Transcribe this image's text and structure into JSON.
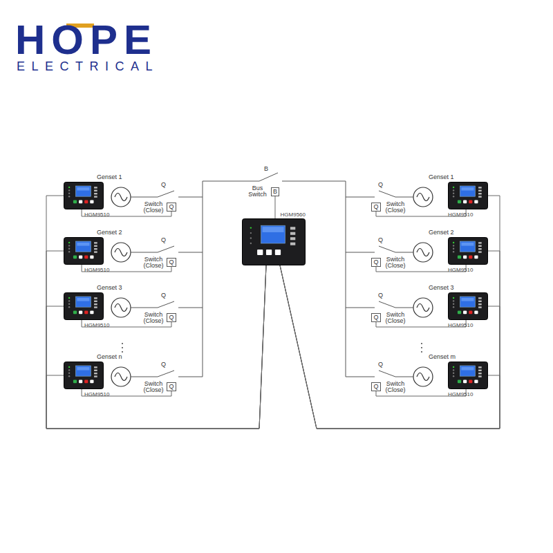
{
  "diagram": {
    "nodes": [
      {
        "text": [
          "HGM9510"
        ]
      },
      {
        "text": [
          "Q"
        ]
      },
      {
        "text": [
          "HGM9510"
        ]
      },
      {
        "text": [
          "Q"
        ]
      },
      {
        "text": [
          "HGM9510"
        ]
      },
      {
        "text": [
          "Q"
        ]
      },
      {
        "text": [
          "HGM9510"
        ]
      },
      {
        "text": [
          "Q"
        ]
      },
      {
        "text": [
          "B"
        ]
      },
      {
        "text": [
          "HGM9560"
        ]
      },
      {
        "text": [
          "Q"
        ]
      },
      {
        "text": [
          "HGM9510"
        ]
      },
      {
        "text": [
          "Q"
        ]
      },
      {
        "text": [
          "HGM9510"
        ]
      },
      {
        "text": [
          "Q"
        ]
      },
      {
        "text": [
          "HGM9510"
        ]
      },
      {
        "text": [
          "Q"
        ]
      },
      {
        "text": [
          "HGM9510"
        ]
      }
    ],
    "edges": [
      {
        "from": 0,
        "to": 1,
        "arrow": "none"
      },
      {
        "from": 0,
        "to": 9,
        "arrow": "none"
      },
      {
        "from": 2,
        "to": 3,
        "arrow": "none"
      },
      {
        "from": 2,
        "to": 9,
        "arrow": "none"
      },
      {
        "from": 4,
        "to": 5,
        "arrow": "none"
      },
      {
        "from": 4,
        "to": 9,
        "arrow": "none"
      },
      {
        "from": 6,
        "to": 7,
        "arrow": "none"
      },
      {
        "from": 6,
        "to": 9,
        "arrow": "none"
      },
      {
        "from": 9,
        "to": 8,
        "arrow": "none"
      },
      {
        "from": 11,
        "to": 10,
        "arrow": "none"
      },
      {
        "from": 11,
        "to": 9,
        "arrow": "none"
      },
      {
        "from": 13,
        "to": 12,
        "arrow": "none"
      },
      {
        "from": 13,
        "to": 9,
        "arrow": "none"
      },
      {
        "from": 15,
        "to": 14,
        "arrow": "none"
      },
      {
        "from": 15,
        "to": 9,
        "arrow": "none"
      },
      {
        "from": 17,
        "to": 16,
        "arrow": "none"
      },
      {
        "from": 17,
        "to": 9,
        "arrow": "none"
      }
    ],
    "labels": [
      "HOPE",
      "ELECTRICAL",
      "Genset 1",
      "Q",
      "Switch (Close)",
      "Genset 2",
      "Q",
      "Switch (Close)",
      "Genset 3",
      "Q",
      "Switch (Close)",
      "Genset n",
      "Q",
      "Switch (Close)",
      "B",
      "Bus Switch",
      "Genset 1",
      "Q",
      "Switch (Close)",
      "Genset 2",
      "Q",
      "Switch (Close)",
      "Genset 3",
      "Q",
      "Switch (Close)",
      "Genset m",
      "Q",
      "Switch (Close)"
    ]
  }
}
